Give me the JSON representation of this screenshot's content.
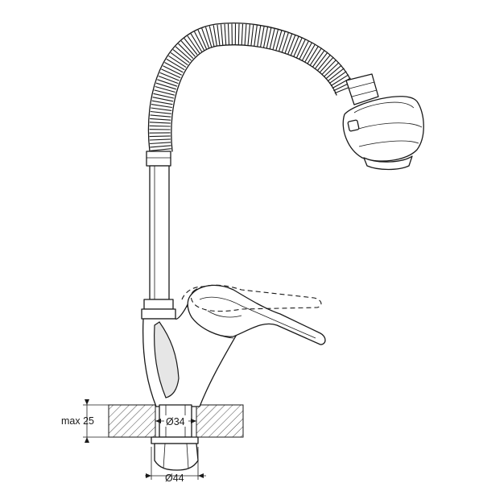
{
  "dimensions": {
    "max_thickness": "max 25",
    "inner_diameter": "Ø34",
    "outer_diameter": "Ø44"
  }
}
